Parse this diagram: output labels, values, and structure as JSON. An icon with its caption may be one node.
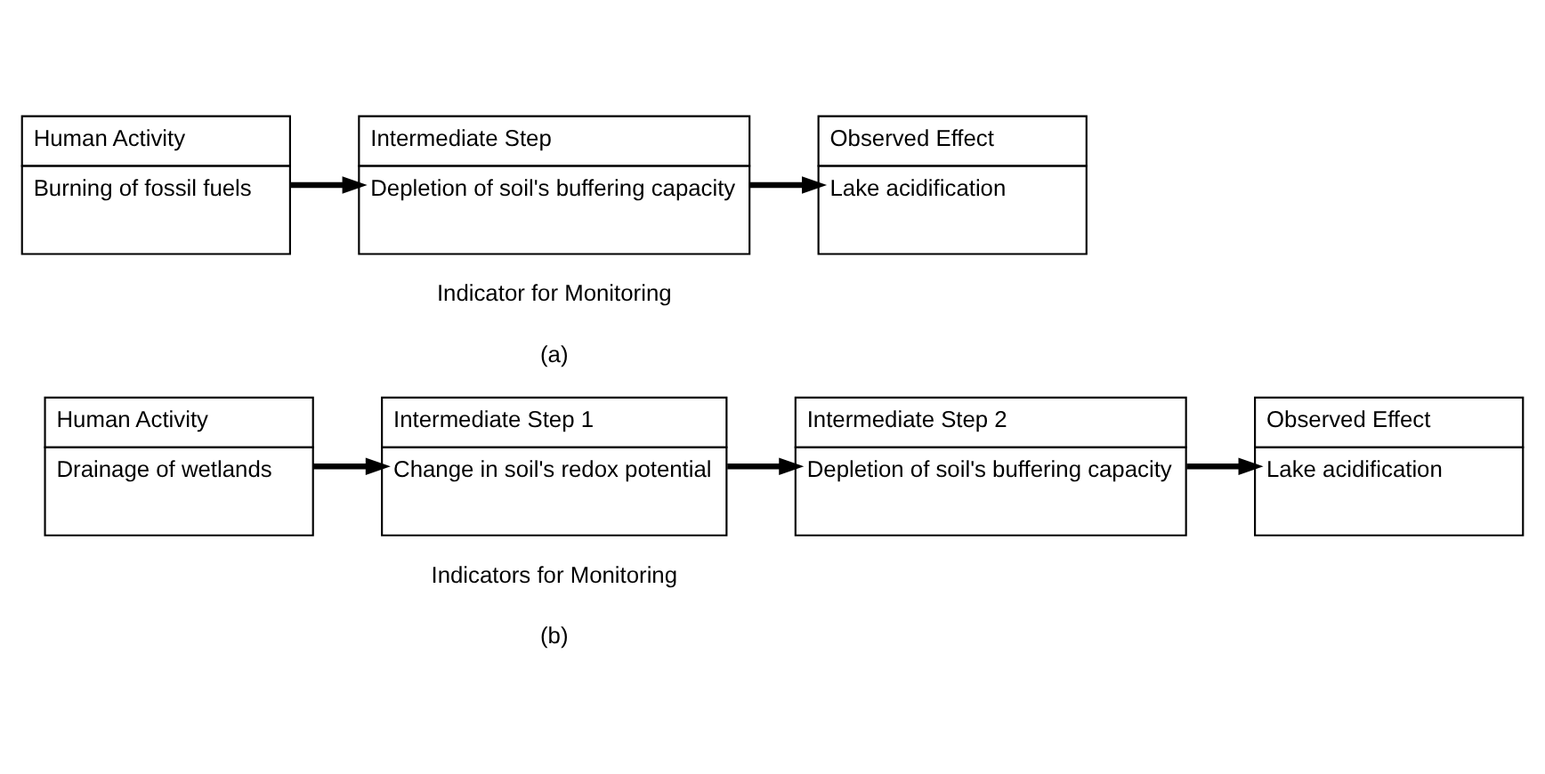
{
  "diagram": {
    "nodes": [
      {
        "text": [
          "Human Activity",
          "Burning of fossil fuels"
        ]
      },
      {
        "text": [
          "Intermediate Step",
          "Depletion of soil's buffering capacity"
        ]
      },
      {
        "text": [
          "Observed Effect",
          "Lake acidification"
        ]
      },
      {
        "text": [
          "Human Activity",
          "Drainage of wetlands"
        ]
      },
      {
        "text": [
          "Intermediate Step 1",
          "Change in soil's redox potential"
        ]
      },
      {
        "text": [
          "Intermediate Step 2",
          "Depletion of soil's buffering capacity"
        ]
      },
      {
        "text": [
          "Observed Effect",
          "Lake acidification"
        ]
      }
    ],
    "edges": [
      {
        "from": 0,
        "to": 1,
        "arrow": "to"
      },
      {
        "from": 1,
        "to": 2,
        "arrow": "to"
      },
      {
        "from": 3,
        "to": 4,
        "arrow": "to"
      },
      {
        "from": 4,
        "to": 5,
        "arrow": "to"
      },
      {
        "from": 5,
        "to": 6,
        "arrow": "to"
      }
    ],
    "labels": [
      "Indicator for Monitoring",
      "(a)",
      "Indicators for Monitoring",
      "(b)"
    ]
  }
}
